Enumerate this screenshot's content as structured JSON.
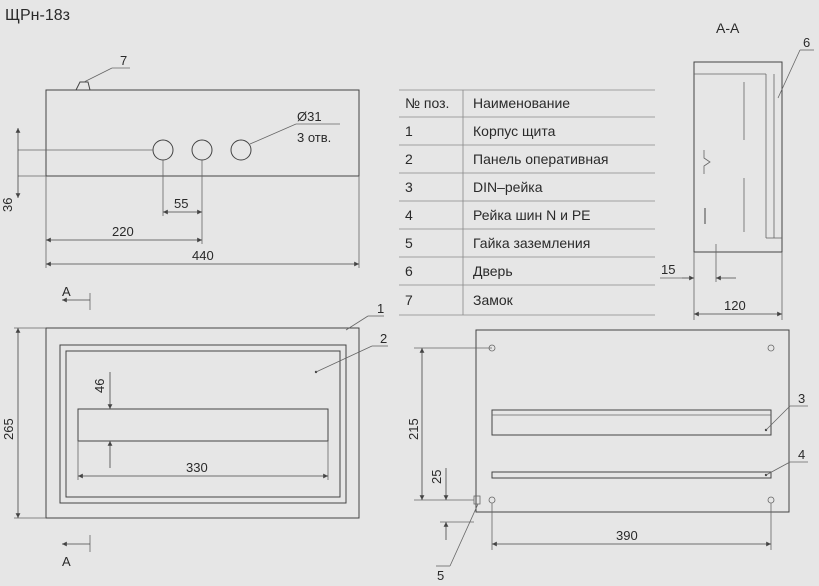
{
  "title": "ЩРн-18з",
  "section_label": "А-А",
  "section_marker": "А",
  "dimensions": {
    "w440": "440",
    "w220": "220",
    "w55": "55",
    "h36": "36",
    "hole_dia": "Ø31",
    "hole_count": "3 отв.",
    "h265": "265",
    "w330": "330",
    "h46": "46",
    "h215": "215",
    "h25": "25",
    "w390": "390",
    "w15": "15",
    "w120": "120"
  },
  "callouts": {
    "c1": "1",
    "c2": "2",
    "c3": "3",
    "c4": "4",
    "c5": "5",
    "c6": "6",
    "c7": "7"
  },
  "table": {
    "headers": [
      "№ поз.",
      "Наименование"
    ],
    "rows": [
      [
        "1",
        "Корпус щита"
      ],
      [
        "2",
        "Панель оперативная"
      ],
      [
        "3",
        "DIN–рейка"
      ],
      [
        "4",
        "Рейка шин N и PE"
      ],
      [
        "5",
        "Гайка заземления"
      ],
      [
        "6",
        "Дверь"
      ],
      [
        "7",
        "Замок"
      ]
    ]
  },
  "colors": {
    "background": "#e6e6e6",
    "line": "#444444"
  }
}
